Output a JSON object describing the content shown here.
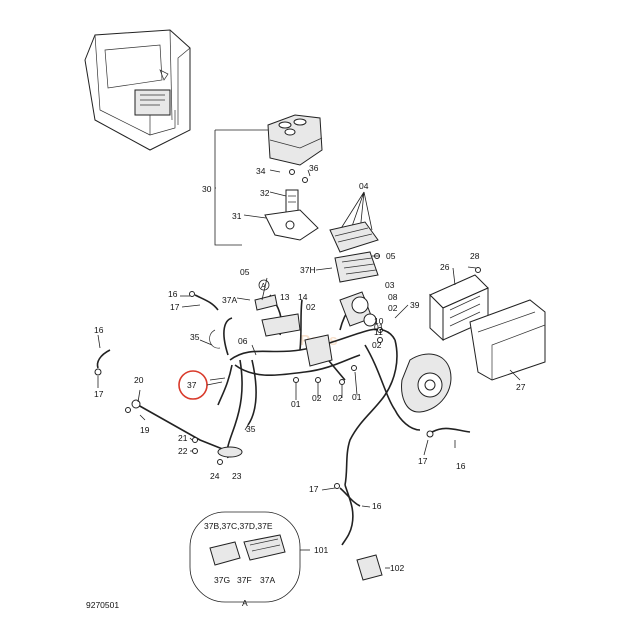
{
  "diagram_id": "9270501",
  "highlight_color": "#d93a2b",
  "callouts": {
    "c16a": "16",
    "c17a": "17",
    "c35a": "35",
    "c06": "06",
    "c20": "20",
    "c19": "19",
    "c21": "21",
    "c22": "22",
    "c24": "24",
    "c23": "23",
    "c35b": "35",
    "c37": "37",
    "c30": "30",
    "c34": "34",
    "c36": "36",
    "c32": "32",
    "c31": "31",
    "c04": "04",
    "c05a": "05",
    "c37h": "37H",
    "c16b": "16",
    "c17b": "17",
    "c37a": "37A",
    "c05b": "05",
    "c13": "13",
    "c14": "14",
    "c02a": "02",
    "c01a": "01",
    "c03": "03",
    "c08": "08",
    "c02b": "02",
    "c10": "10",
    "c11": "11",
    "c39": "39",
    "c02c": "02",
    "c28": "28",
    "c26": "26",
    "c27": "27",
    "c01b": "01",
    "c02d": "02",
    "c02e": "02",
    "c01c": "01",
    "c17c": "17",
    "c16c": "16",
    "c17d": "17",
    "c16d": "16",
    "c101": "101",
    "c102": "102",
    "ref_a1": "A",
    "ref_a2": "A",
    "detail_codes": "37B,37C,37D,37E",
    "c37g": "37G",
    "c37f": "37F",
    "c37a2": "37A"
  }
}
